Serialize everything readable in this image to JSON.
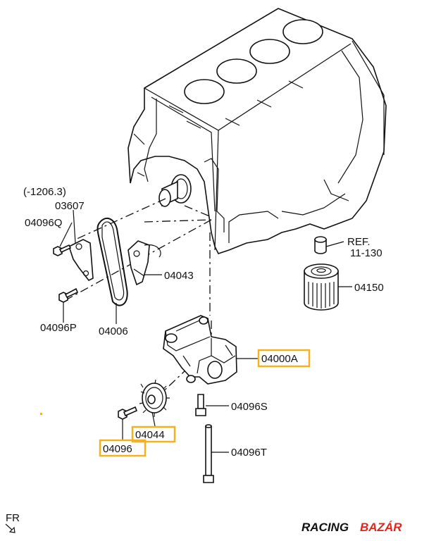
{
  "labels": {
    "date_range": "(-1206.3)",
    "p03607": "03607",
    "p04096Q": "04096Q",
    "p04096P": "04096P",
    "p04006": "04006",
    "p04043": "04043",
    "ref": "REF.",
    "ref_num": "11-130",
    "p04150": "04150",
    "p04000A": "04000A",
    "p04096S": "04096S",
    "p04044": "04044",
    "p04096": "04096",
    "p04096T": "04096T",
    "fr": "FR"
  },
  "watermark": {
    "part1": "RACING",
    "part2": "BAZÁR"
  },
  "colors": {
    "highlight_box": "#f5b21e",
    "watermark_black": "#111111",
    "watermark_red": "#e1261c"
  },
  "highlighted_parts": [
    "04000A",
    "04044",
    "04096"
  ]
}
